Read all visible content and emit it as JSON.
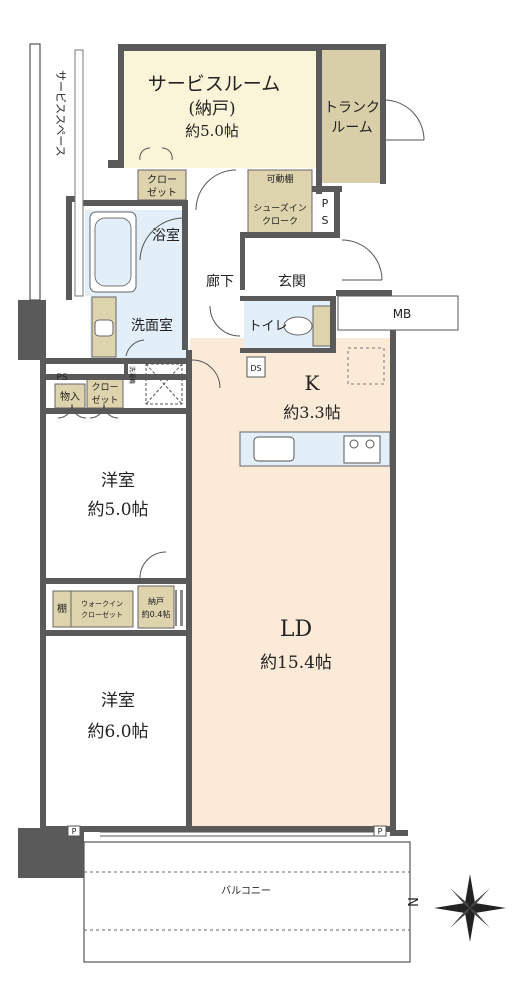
{
  "rooms": {
    "service_room": {
      "name": "サービスルーム",
      "sub": "(納戸)",
      "size": "約5.0帖"
    },
    "trunk_room": {
      "line1": "トランク",
      "line2": "ルーム"
    },
    "service_space": "サービススペース",
    "closet_top": {
      "line1": "クロー",
      "line2": "ゼット"
    },
    "movable_shelf": "可動棚",
    "shoes_in": {
      "line1": "シューズイン",
      "line2": "クローク"
    },
    "ps_top": {
      "p": "P",
      "s": "S"
    },
    "bathroom": "浴室",
    "hallway": "廊下",
    "entrance": "玄関",
    "washroom": "洗面室",
    "washer": "洗濯機",
    "toilet": "トイレ",
    "mb": "MB",
    "ds": "DS",
    "ps_left": "PS",
    "storage": "物入",
    "closet_left": {
      "line1": "クロー",
      "line2": "ゼット"
    },
    "kitchen": {
      "name": "K",
      "size": "約3.3帖"
    },
    "western1": {
      "name": "洋室",
      "size": "約5.0帖"
    },
    "shelf": "棚",
    "walkin": {
      "line1": "ウォークイン",
      "line2": "クローゼット"
    },
    "nando": {
      "line1": "納戸",
      "line2": "約0.4帖"
    },
    "ld": {
      "name": "LD",
      "size": "約15.4帖"
    },
    "western2": {
      "name": "洋室",
      "size": "約6.0帖"
    },
    "balcony": "バルコニー",
    "p_mark": "P"
  },
  "compass": {
    "label": "N"
  },
  "colors": {
    "service_room": "#faf5d8",
    "trunk_room": "#d8cfa8",
    "closet": "#ddd3ac",
    "wet_area": "#e2eff8",
    "ld": "#fbead7",
    "wall": "#5a5a5a"
  }
}
